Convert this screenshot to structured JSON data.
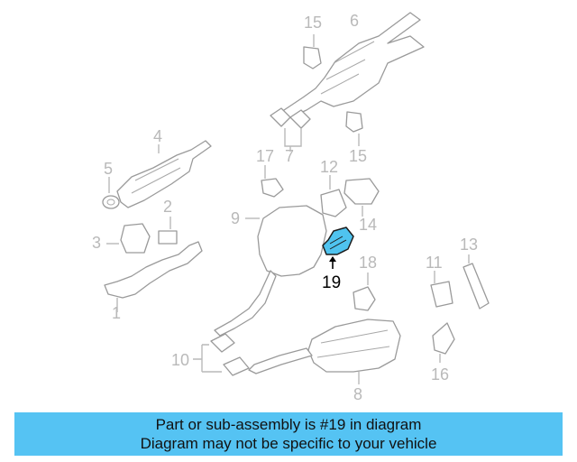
{
  "diagram": {
    "highlight_color": "#4fc3ef",
    "line_color": "#9a9a9a",
    "label_color": "#b9b9b9",
    "callouts": [
      {
        "id": "c1",
        "label": "1"
      },
      {
        "id": "c2",
        "label": "2"
      },
      {
        "id": "c3",
        "label": "3"
      },
      {
        "id": "c4",
        "label": "4"
      },
      {
        "id": "c5",
        "label": "5"
      },
      {
        "id": "c6",
        "label": "6"
      },
      {
        "id": "c7",
        "label": "7"
      },
      {
        "id": "c8",
        "label": "8"
      },
      {
        "id": "c9",
        "label": "9"
      },
      {
        "id": "c10",
        "label": "10"
      },
      {
        "id": "c11",
        "label": "11"
      },
      {
        "id": "c12",
        "label": "12"
      },
      {
        "id": "c13",
        "label": "13"
      },
      {
        "id": "c14",
        "label": "14"
      },
      {
        "id": "c15a",
        "label": "15"
      },
      {
        "id": "c15b",
        "label": "15"
      },
      {
        "id": "c16",
        "label": "16"
      },
      {
        "id": "c17",
        "label": "17"
      },
      {
        "id": "c18",
        "label": "18"
      },
      {
        "id": "c19",
        "label": "19",
        "highlighted": true
      }
    ]
  },
  "banner": {
    "background": "#55c3f3",
    "line1": "Part or sub-assembly is #19 in diagram",
    "line2": "Diagram may not be specific to your vehicle"
  }
}
